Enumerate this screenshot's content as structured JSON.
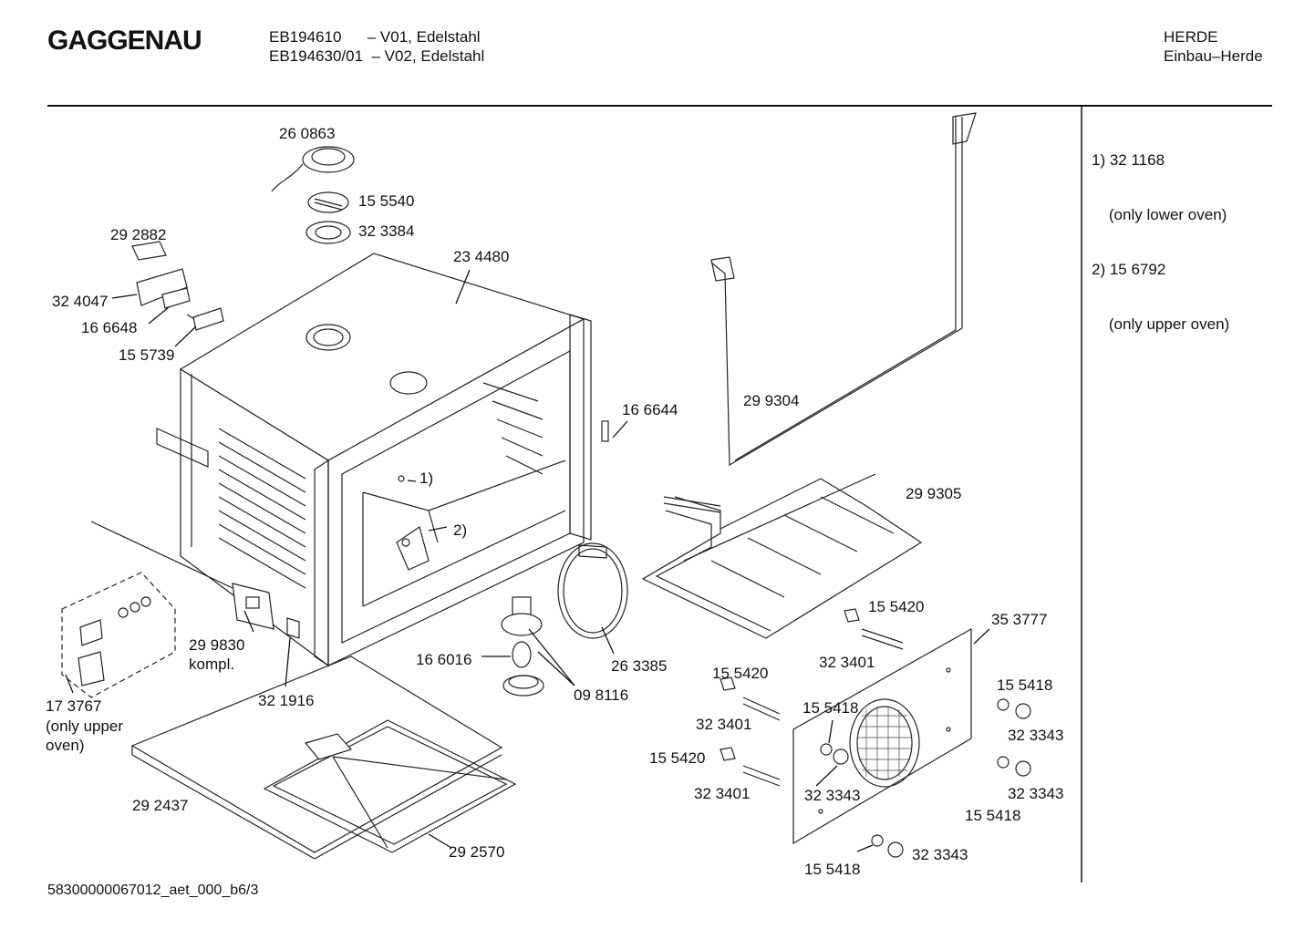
{
  "header": {
    "brand": "GAGGENAU",
    "model_line_1": "EB194610      – V01, Edelstahl",
    "model_line_2": "EB194630/01  – V02, Edelstahl",
    "category": "HERDE",
    "subcategory": "Einbau–Herde"
  },
  "notes": [
    "1) 32 1168",
    "    (only lower oven)",
    "2) 15 6792",
    "    (only upper oven)"
  ],
  "labels": {
    "p260863": "26 0863",
    "p155540": "15 5540",
    "p323384": "32 3384",
    "p292882": "29 2882",
    "p234480": "23 4480",
    "p324047": "32 4047",
    "p166648": "16 6648",
    "p155739": "15 5739",
    "p166644": "16 6644",
    "p299304": "29 9304",
    "ref1": "1)",
    "ref2": "2)",
    "p299305": "29 9305",
    "p155420a": "15 5420",
    "p353777": "35 3777",
    "p323401a": "32 3401",
    "p299830": "29 9830",
    "kompl": "kompl.",
    "p166016": "16 6016",
    "p263385": "26 3385",
    "p155420b": "15 5420",
    "p155418a": "15 5418",
    "p173767": "17 3767",
    "only_upper_1": "(only upper",
    "only_upper_2": "oven)",
    "p321916": "32 1916",
    "p098116": "09 8116",
    "p323401b": "32 3401",
    "p155418b": "15 5418",
    "p323343a": "32 3343",
    "p155420c": "15 5420",
    "p292437": "29 2437",
    "p323401c": "32 3401",
    "p323343b": "32 3343",
    "p323343c": "32 3343",
    "p155418c": "15 5418",
    "p292570": "29 2570",
    "p155418d": "15 5418",
    "p323343d": "32 3343"
  },
  "footer": "58300000067012_aet_000_b6/3"
}
